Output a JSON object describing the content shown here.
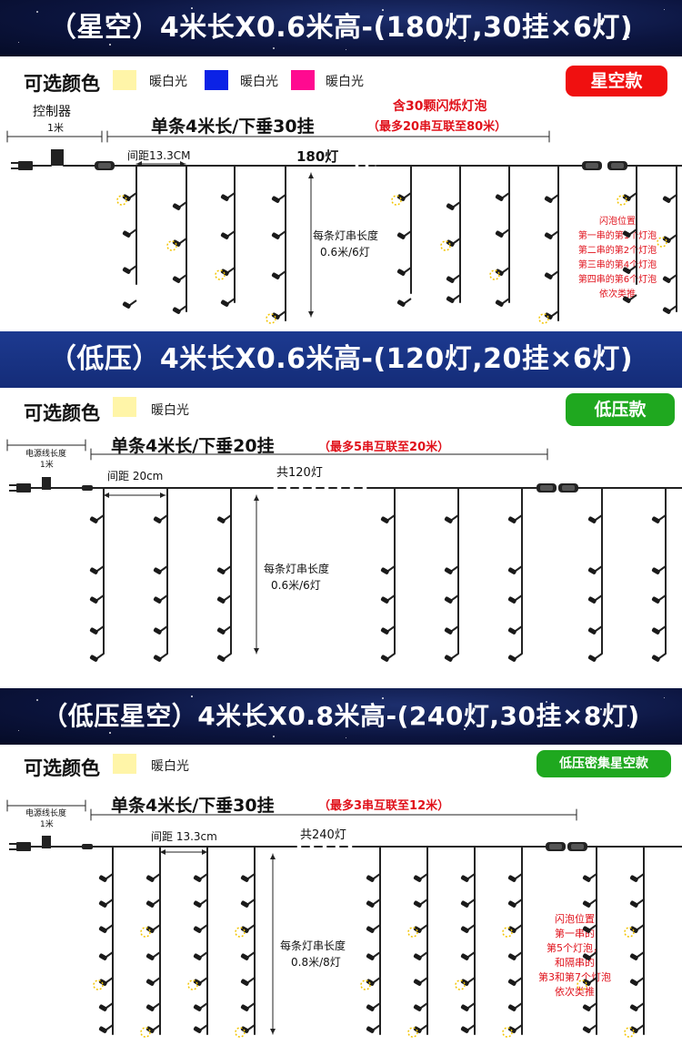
{
  "sections": [
    {
      "title": "（星空）4米长X0.6米高-(180灯,30挂×6灯)",
      "colors_label": "可选颜色",
      "colors": [
        {
          "name": "暖白光",
          "color": "#fff5a8"
        },
        {
          "name": "暖白光",
          "color": "#0b22e6"
        },
        {
          "name": "暖白光",
          "color": "#ff0a90"
        }
      ],
      "badge": {
        "label": "星空款",
        "color": "#f01010"
      },
      "controller_label": "控制器",
      "controller_length": "1米",
      "strand_title": "单条4米长/下垂30挂",
      "note_line1": "含30颗闪烁灯泡",
      "note_line2": "（最多20串互联至80米）",
      "spacing": "间距13.3CM",
      "total": "180灯",
      "drop_line1": "每条灯串长度",
      "drop_line2": "0.6米/6灯",
      "flash_notes": [
        "闪泡位置",
        "第一串的第1个灯泡",
        "第二串的第2个灯泡",
        "第三串的第4个灯泡",
        "第四串的第6个灯泡",
        "依次类推"
      ]
    },
    {
      "title": "（低压）4米长X0.6米高-(120灯,20挂×6灯)",
      "colors_label": "可选颜色",
      "colors": [
        {
          "name": "暖白光",
          "color": "#fff5a8"
        }
      ],
      "badge": {
        "label": "低压款",
        "color": "#1fa81f"
      },
      "cable_label": "电源线长度",
      "cable_length": "1米",
      "strand_title": "单条4米长/下垂20挂",
      "note": "（最多5串互联至20米）",
      "spacing": "间距 20cm",
      "total": "共120灯",
      "drop_line1": "每条灯串长度",
      "drop_line2": "0.6米/6灯"
    },
    {
      "title": "（低压星空）4米长X0.8米高-(240灯,30挂×8灯)",
      "colors_label": "可选颜色",
      "colors": [
        {
          "name": "暖白光",
          "color": "#fff5a8"
        }
      ],
      "badge": {
        "label": "低压密集星空款",
        "color": "#1fa81f"
      },
      "cable_label": "电源线长度",
      "cable_length": "1米",
      "strand_title": "单条4米长/下垂30挂",
      "note": "（最多3串互联至12米）",
      "spacing": "间距 13.3cm",
      "total": "共240灯",
      "drop_line1": "每条灯串长度",
      "drop_line2": "0.8米/8灯",
      "flash_notes": [
        "闪泡位置",
        "第一串的",
        "第5个灯泡，",
        "和隔串的",
        "第3和第7个灯泡",
        "依次类推"
      ]
    }
  ]
}
